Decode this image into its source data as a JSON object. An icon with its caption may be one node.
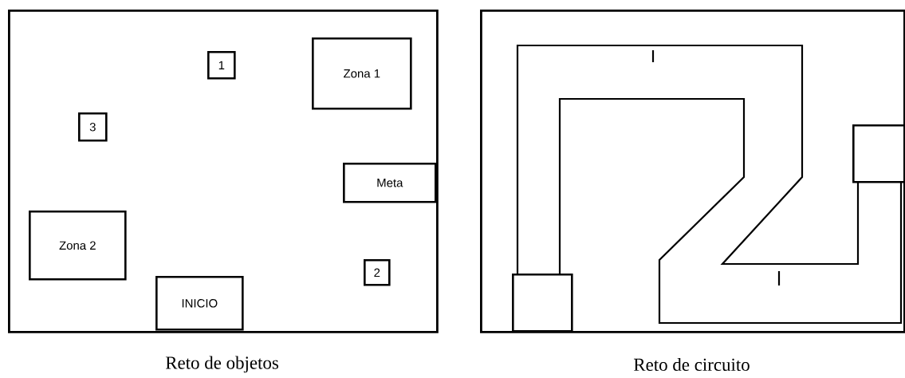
{
  "diagram": {
    "nodes": [
      {
        "text": [],
        "shape": "box",
        "beside": [
          "Reto de objetos"
        ]
      },
      {
        "text": [
          "1"
        ],
        "in": 0
      },
      {
        "text": [
          "Zona 1"
        ],
        "in": 0
      },
      {
        "text": [
          "3"
        ],
        "in": 0
      },
      {
        "text": [
          "Meta"
        ],
        "in": 0
      },
      {
        "text": [
          "Zona 2"
        ],
        "in": 0
      },
      {
        "text": [
          "2"
        ],
        "in": 0
      },
      {
        "text": [
          "INICIO"
        ],
        "in": 0
      },
      {
        "text": [],
        "shape": "box",
        "beside": [
          "Reto de circuito"
        ]
      },
      {
        "text": [],
        "shape": "box",
        "in": 8
      },
      {
        "text": [],
        "shape": "box",
        "in": 8
      }
    ]
  }
}
